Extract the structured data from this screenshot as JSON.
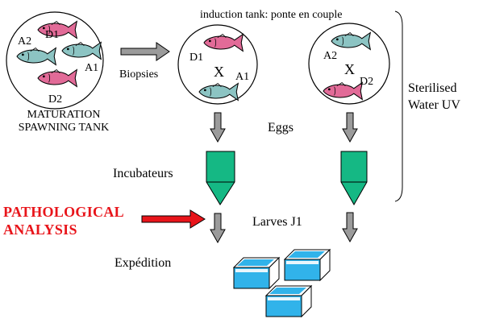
{
  "labels": {
    "maturation_tank": "MATURATION\nSPAWNING TANK",
    "induction_tank": "induction tank: ponte en couple",
    "biopsies": "Biopsies",
    "sterilised": "Sterilised\nWater UV",
    "eggs": "Eggs",
    "incubateurs": "Incubateurs",
    "pathological": "PATHOLOGICAL\nANALYSIS",
    "larves": "Larves J1",
    "expedition": "Expédition",
    "cross_symbol": "X"
  },
  "fish_ids": {
    "d1": "D1",
    "d2": "D2",
    "a1": "A1",
    "a2": "A2"
  },
  "colors": {
    "female_fish": "#e26b98",
    "male_fish": "#8cc4c3",
    "incubator": "#15b884",
    "tank_water": "#31b3ea",
    "arrow_gray": "#9b9b9b",
    "pathology_red": "#e8141a"
  }
}
